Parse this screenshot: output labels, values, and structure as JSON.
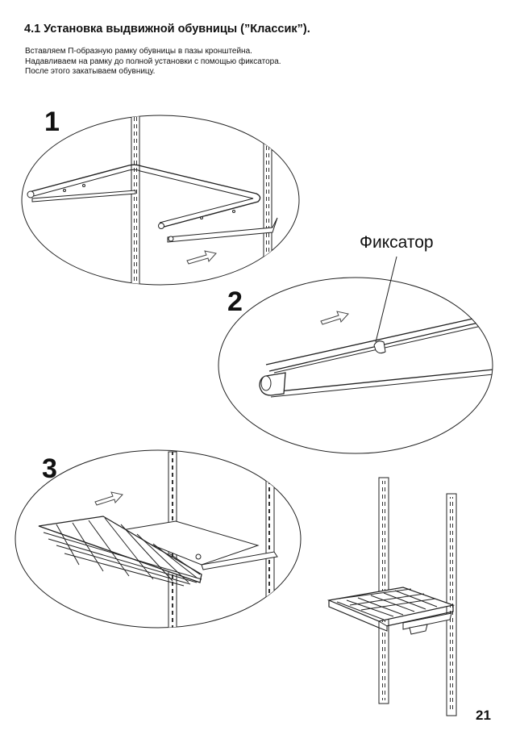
{
  "section": {
    "title": "4.1 Установка выдвижной обувницы (”Классик”)."
  },
  "instructions": [
    "Вставляем П-образную рамку обувницы в пазы кронштейна.",
    "Надавливаем на рамку до полной установки с помощью фиксатора.",
    "После этого закатываем обувницу."
  ],
  "steps": [
    {
      "number": "1"
    },
    {
      "number": "2",
      "callout": "Фиксатор"
    },
    {
      "number": "3"
    }
  ],
  "page_number": "21"
}
